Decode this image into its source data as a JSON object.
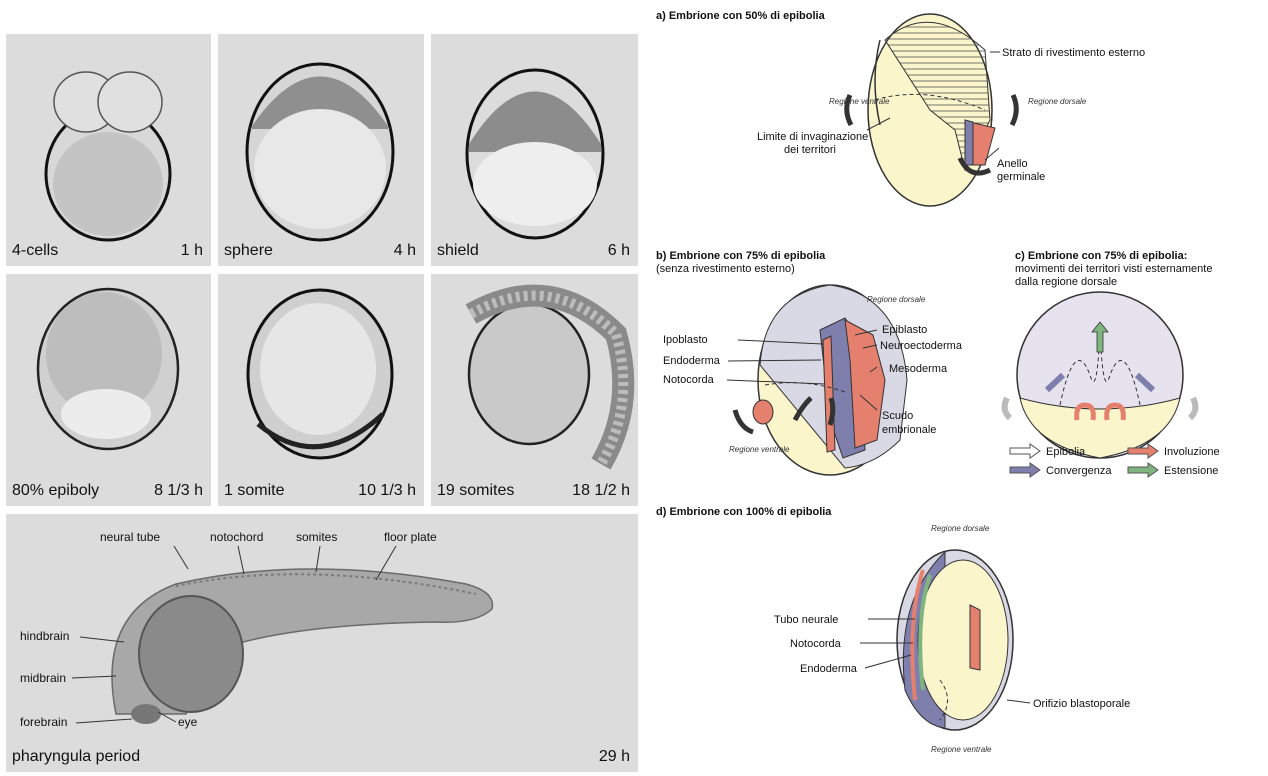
{
  "stages": [
    {
      "name": "4-cells",
      "time": "1 h"
    },
    {
      "name": "sphere",
      "time": "4 h"
    },
    {
      "name": "shield",
      "time": "6 h"
    },
    {
      "name": "80% epiboly",
      "time": "8 1/3 h"
    },
    {
      "name": "1 somite",
      "time": "10 1/3 h"
    },
    {
      "name": "19 somites",
      "time": "18 1/2 h"
    }
  ],
  "pharyngula": {
    "caption": "pharyngula period",
    "time": "29 h",
    "labels": {
      "neural_tube": "neural tube",
      "notochord": "notochord",
      "somites": "somites",
      "floor_plate": "floor plate",
      "hindbrain": "hindbrain",
      "midbrain": "midbrain",
      "forebrain": "forebrain",
      "eye": "eye"
    }
  },
  "diagram_a": {
    "title": "a) Embrione con 50% di epibolia",
    "labels": {
      "outer_layer": "Strato di rivestimento esterno",
      "ventral": "Regione ventrale",
      "dorsal": "Regione dorsale",
      "limit_1": "Limite di invaginazione",
      "limit_2": "dei territori",
      "ring_1": "Anello",
      "ring_2": "germinale"
    }
  },
  "diagram_b": {
    "title": "b) Embrione con 75% di epibolia",
    "subtitle": "(senza rivestimento esterno)",
    "labels": {
      "dorsal": "Regione dorsale",
      "ventral": "Regione ventrale",
      "ipoblasto": "Ipoblasto",
      "endoderma": "Endoderma",
      "notocorda": "Notocorda",
      "epiblasto": "Epiblasto",
      "neuroectoderma": "Neuroectoderma",
      "mesoderma": "Mesoderma",
      "scudo_1": "Scudo",
      "scudo_2": "embrionale"
    }
  },
  "diagram_c": {
    "title": "c) Embrione con 75% di epibolia:",
    "sub1": "movimenti dei territori visti esternamente",
    "sub2": "dalla regione dorsale",
    "legend": {
      "epibolia": "Epibolia",
      "convergenza": "Convergenza",
      "involuzione": "Involuzione",
      "estensione": "Estensione"
    }
  },
  "diagram_d": {
    "title": "d) Embrione con 100% di epibolia",
    "labels": {
      "dorsal": "Regione dorsale",
      "ventral": "Regione ventrale",
      "tubo": "Tubo neurale",
      "notocorda": "Notocorda",
      "endoderma": "Endoderma",
      "orifizio": "Orifizio blastoporale"
    }
  },
  "colors": {
    "yolk": "#fbf5cc",
    "epiblast": "#7f7fae",
    "mesoderm": "#e6806e",
    "notochord": "#7fb57f",
    "outer_layer": "#d9d9e6",
    "arrow": "#333333"
  }
}
